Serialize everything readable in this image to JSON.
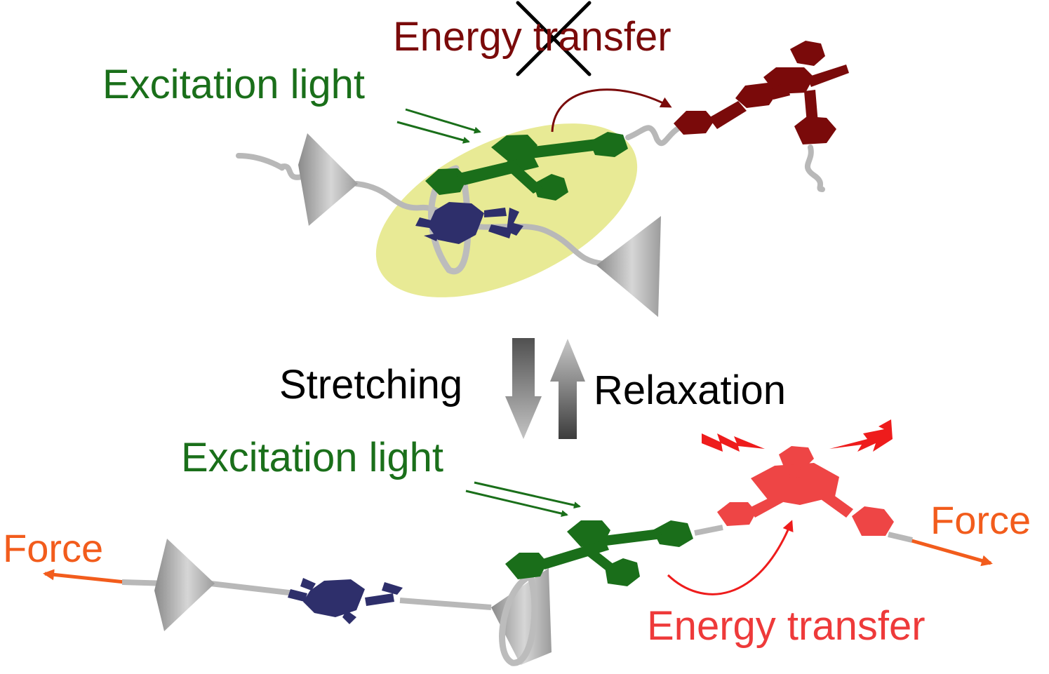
{
  "labels": {
    "top_energy_transfer": "Energy transfer",
    "top_excitation": "Excitation light",
    "stretching": "Stretching",
    "relaxation": "Relaxation",
    "bottom_excitation": "Excitation light",
    "force_left": "Force",
    "force_right": "Force",
    "bottom_energy_transfer": "Energy transfer"
  },
  "colors": {
    "excitation_green": "#1a6f1a",
    "acceptor_dark_red": "#7a0a0a",
    "acceptor_red": "#ee4545",
    "quencher_navy": "#2e2f6b",
    "force_orange": "#f25c1c",
    "highlight_yellow": "#e6e88a",
    "tether_gray": "#b8b8b8"
  },
  "states": {
    "top": "relaxed state: energy transfer blocked",
    "bottom": "stretched state: energy transfer active"
  }
}
